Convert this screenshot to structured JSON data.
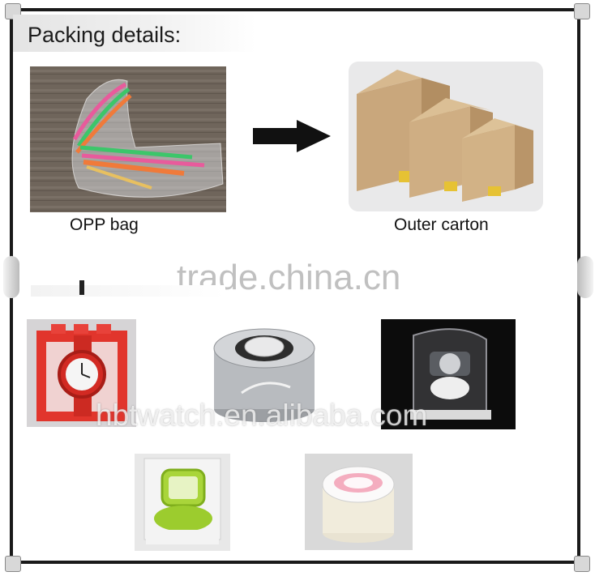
{
  "header": {
    "title": "Packing details:"
  },
  "section1": {
    "opp_caption": "OPP bag",
    "carton_caption": "Outer carton"
  },
  "watermarks": {
    "center": "trade.china.cn",
    "overlay": "hbtwatch.en.alibaba.com"
  },
  "icons": {
    "arrow": "right-arrow-icon"
  },
  "colors": {
    "frame": "#1a1a1a",
    "header_band": "#e4e4e4"
  }
}
